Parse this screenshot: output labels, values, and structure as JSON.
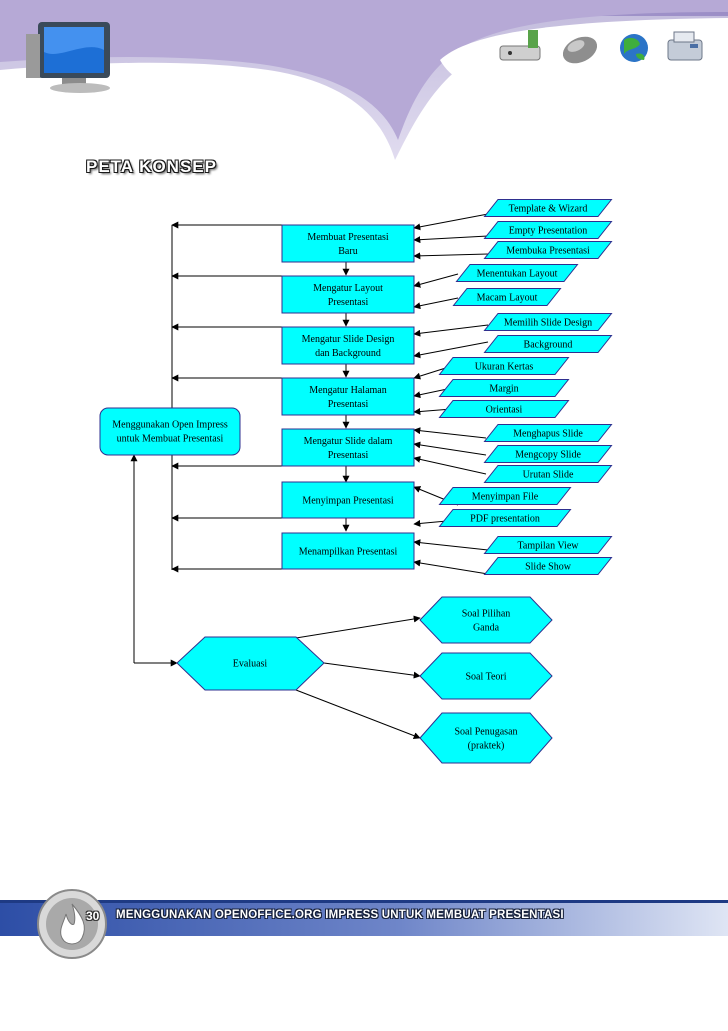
{
  "page": {
    "title": "PETA KONSEP",
    "page_number": "30",
    "footer_title": "MENGGUNAKAN OPENOFFICE.ORG IMPRESS UNTUK MEMBUAT PRESENTASI"
  },
  "colors": {
    "node_fill": "#00ffff",
    "node_stroke": "#2f2f8f",
    "header_purple": "#b6a9d6",
    "footer_blue": "#2a4a9a"
  },
  "diagram": {
    "root": "Menggunakan Open Impress untuk Membuat Presentasi",
    "steps": [
      "Membuat Presentasi Baru",
      "Mengatur Layout Presentasi",
      "Mengatur Slide Design dan Background",
      "Mengatur Halaman Presentasi",
      "Mengatur Slide dalam Presentasi",
      "Menyimpan Presentasi",
      "Menampilkan Presentasi"
    ],
    "options": [
      "Template & Wizard",
      "Empty Presentation",
      "Membuka Presentasi",
      "Menentukan Layout",
      "Macam Layout",
      "Memilih Slide Design",
      "Background",
      "Ukuran Kertas",
      "Margin",
      "Orientasi",
      "Menghapus Slide",
      "Mengcopy Slide",
      "Urutan Slide",
      "Menyimpan File",
      "PDF presentation",
      "Tampilan View",
      "Slide Show"
    ],
    "evaluation": "Evaluasi",
    "assessments": [
      "Soal Pilihan Ganda",
      "Soal Teori",
      "Soal Penugasan (praktek)"
    ]
  },
  "icons": [
    "monitor-icon",
    "router-icon",
    "mouse-icon",
    "globe-icon",
    "fax-icon",
    "flame-logo-icon"
  ]
}
